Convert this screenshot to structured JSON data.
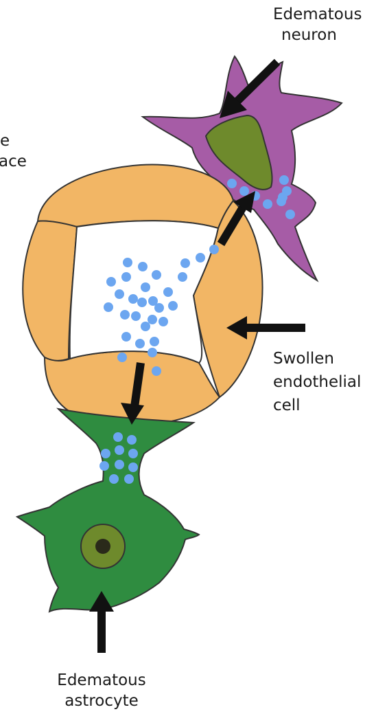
{
  "labels": {
    "neuron": [
      "Edematous",
      "neuron"
    ],
    "space_partial": [
      "e",
      "ace"
    ],
    "endothelial": [
      "Swollen",
      "endothelial",
      "cell"
    ],
    "astrocyte": [
      "Edematous",
      "astrocyte"
    ]
  },
  "colors": {
    "endothelial_fill": "#f2b665",
    "neuron_fill": "#a65ca6",
    "neuron_nucleus": "#6e8a2c",
    "astrocyte_fill": "#2f8c40",
    "astrocyte_nucleus_ring": "#6e8a2c",
    "astrocyte_nucleolus": "#2a2a1a",
    "water_dot": "#6ca6f0",
    "arrow": "#111111",
    "outline": "#333333"
  }
}
